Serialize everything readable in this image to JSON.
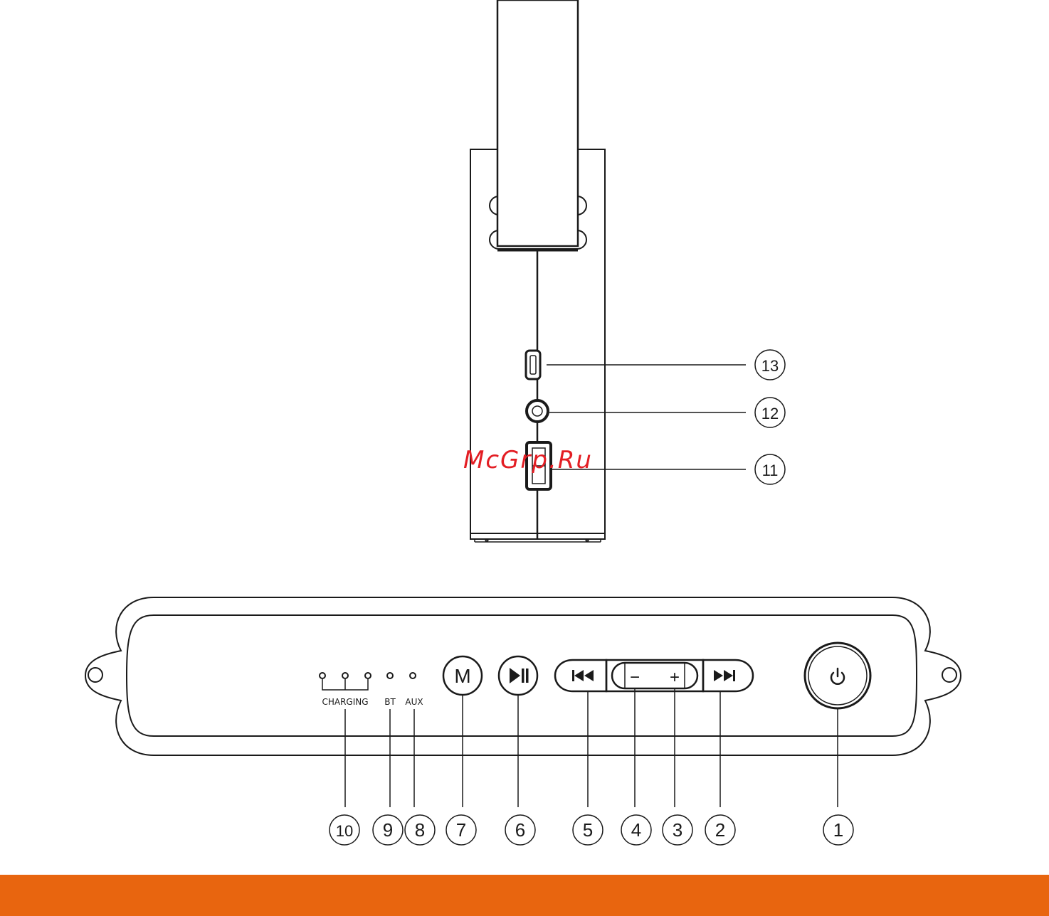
{
  "panel": {
    "labels": {
      "charging": "CHARGING",
      "bt": "BT",
      "aux": "AUX",
      "mode_button_letter": "M",
      "volume_minus": "−",
      "volume_plus": "+"
    }
  },
  "callouts": [
    "1",
    "2",
    "3",
    "4",
    "5",
    "6",
    "7",
    "8",
    "9",
    "10",
    "11",
    "12",
    "13"
  ],
  "watermark": "McGrp.Ru",
  "colors": {
    "footer_bar": "#e8650f",
    "watermark": "#e31e24",
    "line": "#1a1a1a"
  },
  "icons": {
    "power": "power-icon",
    "play_pause": "play-pause-icon",
    "previous": "previous-track-icon",
    "next": "next-track-icon",
    "micro_usb": "micro-usb-port-icon",
    "aux_jack": "aux-jack-icon",
    "usb": "usb-port-icon"
  }
}
